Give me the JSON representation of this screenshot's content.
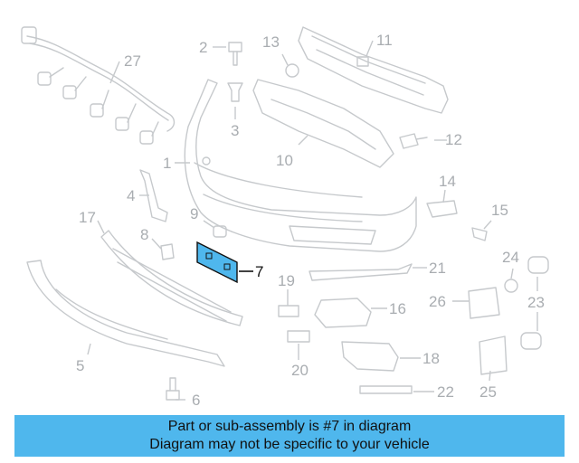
{
  "diagram": {
    "highlight_color": "#4fb7ed",
    "callouts": [
      "1",
      "2",
      "3",
      "4",
      "5",
      "6",
      "7",
      "8",
      "9",
      "10",
      "11",
      "12",
      "13",
      "14",
      "15",
      "16",
      "17",
      "18",
      "19",
      "20",
      "21",
      "22",
      "23",
      "24",
      "25",
      "26",
      "27"
    ],
    "highlighted_callout": "7"
  },
  "banner": {
    "line1": "Part or sub-assembly is #7 in diagram",
    "line2": "Diagram may not be specific to your vehicle",
    "background": "#4fb7ed"
  }
}
